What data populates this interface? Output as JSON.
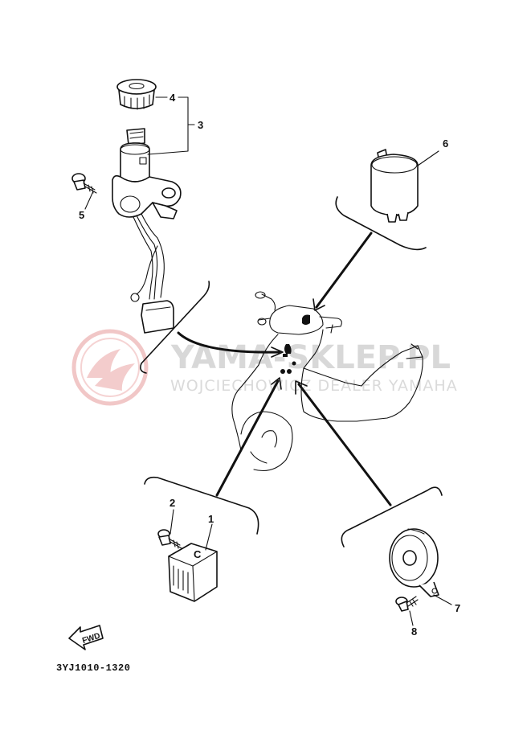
{
  "diagram": {
    "part_code": "3YJ1010-1320",
    "fwd_label": "FWD",
    "watermark": {
      "title": "YAMA-SKLEP.PL",
      "subtitle": "WOJCIECHOWICZ DEALER YAMAHA"
    },
    "callouts": {
      "c1": "1",
      "c2": "2",
      "c3": "3",
      "c4": "4",
      "c5": "5",
      "c6": "6",
      "c7": "7",
      "c8": "8"
    },
    "cdi_letter": "C"
  }
}
